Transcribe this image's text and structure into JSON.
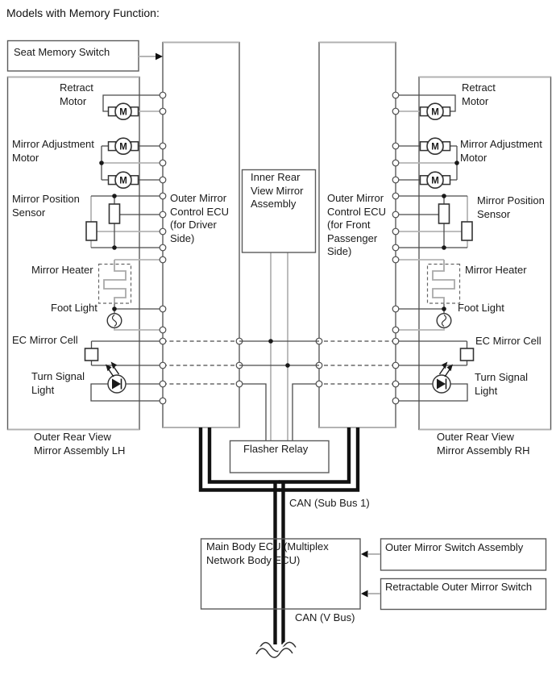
{
  "title": "Models with Memory Function:",
  "motor_letter": "M",
  "colors": {
    "background": "#ffffff",
    "wire_dark": "#4b4b4b",
    "wire_gray": "#b5b5b5",
    "box_border": "#5a5a5a",
    "box_border_light": "#b0b0b0",
    "can_bus": "#111111",
    "text": "#1a1a1a"
  },
  "labels": {
    "seat_memory_switch": "Seat Memory Switch",
    "retract_motor_lh": "Retract\nMotor",
    "mirror_adjustment_lh": "Mirror Adjustment\nMotor",
    "mirror_position_lh": "Mirror Position\nSensor",
    "ecu_lh": "Outer Mirror\nControl ECU\n(for Driver\nSide)",
    "mirror_heater_lh": "Mirror Heater",
    "foot_light_lh": "Foot Light",
    "ec_mirror_cell_lh": "EC Mirror Cell",
    "turn_signal_lh": "Turn Signal\nLight",
    "assembly_lh": "Outer Rear View\nMirror Assembly LH",
    "inner_rvm": "Inner Rear\nView Mirror\nAssembly",
    "ecu_rh": "Outer Mirror\nControl ECU\n(for Front\nPassenger\nSide)",
    "retract_motor_rh": "Retract\nMotor",
    "mirror_adjustment_rh": "Mirror Adjustment\nMotor",
    "mirror_position_rh": "Mirror Position\nSensor",
    "mirror_heater_rh": "Mirror Heater",
    "foot_light_rh": "Foot Light",
    "ec_mirror_cell_rh": "EC Mirror Cell",
    "turn_signal_rh": "Turn Signal\nLight",
    "assembly_rh": "Outer Rear View\nMirror Assembly RH",
    "flasher_relay": "Flasher Relay",
    "can_sub_bus": "CAN (Sub Bus 1)",
    "main_body_ecu": "Main Body ECU (Multiplex\nNetwork Body ECU)",
    "can_v_bus": "CAN (V Bus)",
    "outer_mirror_switch": "Outer Mirror Switch Assembly",
    "retractable_switch": "Retractable Outer Mirror Switch"
  }
}
